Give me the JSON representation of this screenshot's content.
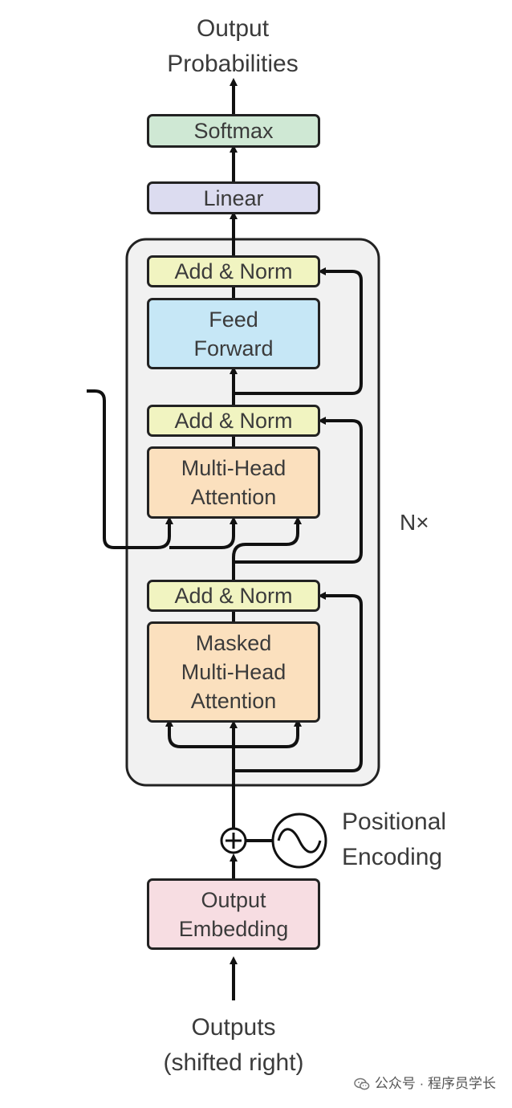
{
  "labels": {
    "output_probabilities": "Output\nProbabilities",
    "outputs": "Outputs\n(shifted right)",
    "positional_encoding": "Positional\nEncoding",
    "repeat": "N×"
  },
  "blocks": {
    "softmax": "Softmax",
    "linear": "Linear",
    "add_norm_top": "Add & Norm",
    "feed_forward": "Feed\nForward",
    "add_norm_middle": "Add & Norm",
    "multi_head_attention": "Multi-Head\nAttention",
    "add_norm_bottom": "Add & Norm",
    "masked_multi_head_attention": "Masked\nMulti-Head\nAttention",
    "output_embedding": "Output\nEmbedding"
  },
  "colors": {
    "softmax": "#cfe8d4",
    "linear": "#dcdcf0",
    "add_norm": "#f1f4c1",
    "feed_forward": "#c6e7f6",
    "attention": "#fbe0be",
    "embedding": "#f7dde2",
    "stack_bg": "#f1f1f1",
    "line": "#111111"
  },
  "watermark": {
    "text": "公众号 · 程序员学长",
    "icon": "wechat-icon"
  }
}
